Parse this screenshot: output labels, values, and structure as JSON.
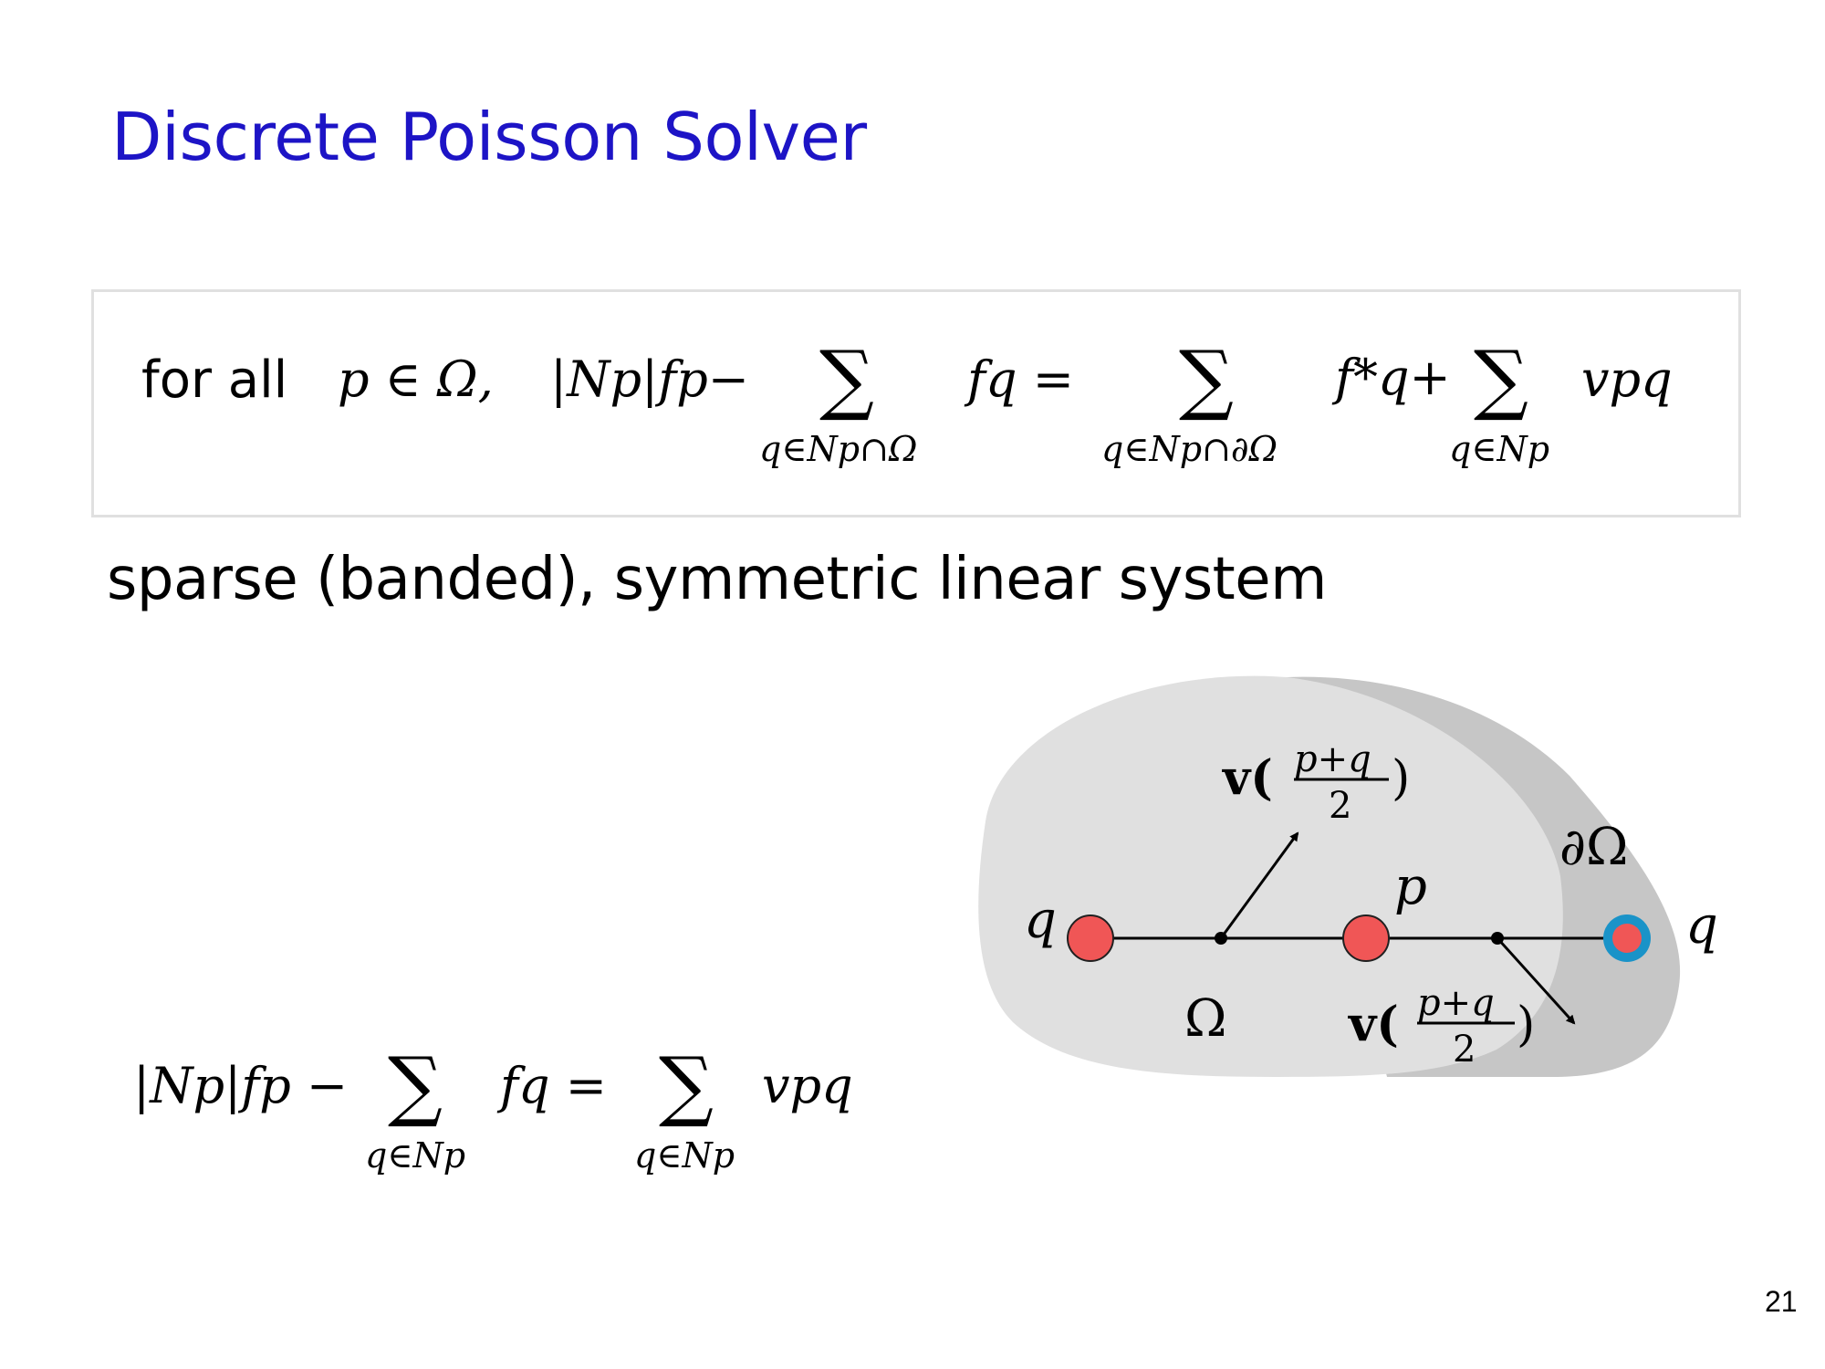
{
  "slide": {
    "title": "Discrete Poisson Solver",
    "subtitle": "sparse (banded), symmetric linear system",
    "page_number": "21"
  },
  "box_equation": {
    "prefix": "for  all",
    "p_in_omega": "p ∈ Ω,",
    "lhs_term": "|Np|fp−",
    "sum_symbol": "∑",
    "sum1_limit": "q∈Np∩Ω",
    "fq": "fq =",
    "sum2_limit": "q∈Np∩∂Ω",
    "fq_star": "f*q+",
    "sum3_limit": "q∈Np",
    "vpq": "vpq"
  },
  "bottom_equation": {
    "lhs_term": "|Np|fp −",
    "sum_symbol": "∑",
    "sum1_limit": "q∈Np",
    "fq": "fq =",
    "sum2_limit": "q∈Np",
    "vpq": "vpq"
  },
  "diagram": {
    "colors": {
      "inner_region": "#e0e0e0",
      "outer_region": "#c6c6c6",
      "node_fill": "#f05656",
      "node_stroke": "#202020",
      "boundary_ring": "#1a93c8",
      "line": "#000000"
    },
    "labels": {
      "q_left": "q",
      "p": "p",
      "q_right": "q",
      "omega": "Ω",
      "d_omega": "∂Ω",
      "v_top": "v(",
      "v_top_num": "p+q",
      "v_top_den": "2",
      "v_top_close": ")",
      "v_bottom": "v(",
      "v_bottom_num": "p+q",
      "v_bottom_den": "2",
      "v_bottom_close": ")"
    }
  }
}
